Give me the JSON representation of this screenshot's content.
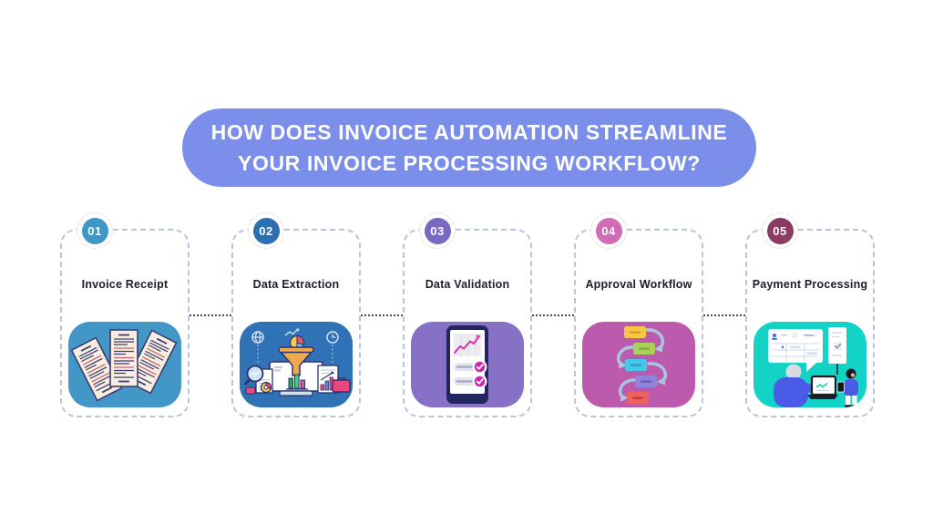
{
  "header": {
    "title_line1": "HOW DOES INVOICE AUTOMATION STREAMLINE",
    "title_line2": "YOUR INVOICE PROCESSING WORKFLOW?",
    "bg_color": "#7b8ee9",
    "text_color": "#ffffff"
  },
  "steps": [
    {
      "number": "01",
      "label": "Invoice Receipt",
      "badge_color": "#3f97c7",
      "tile_color": "#4297c6",
      "icon": "invoice-receipts-icon"
    },
    {
      "number": "02",
      "label": "Data Extraction",
      "badge_color": "#2e6fb2",
      "tile_color": "#2f72b6",
      "icon": "data-extraction-funnel-icon"
    },
    {
      "number": "03",
      "label": "Data Validation",
      "badge_color": "#7b68c2",
      "tile_color": "#8671c7",
      "icon": "data-validation-tablet-icon"
    },
    {
      "number": "04",
      "label": "Approval Workflow",
      "badge_color": "#cf6cb6",
      "tile_color": "#bc5bae",
      "icon": "approval-flowchart-icon"
    },
    {
      "number": "05",
      "label": "Payment Processing",
      "badge_color": "#8c3b63",
      "tile_color": "#13d3c6",
      "icon": "payment-people-icon"
    }
  ],
  "styles": {
    "background": "#ffffff",
    "card_border_color": "#b9c3df",
    "connector_color": "#4a4a4a",
    "label_color": "#1d1d2b"
  }
}
